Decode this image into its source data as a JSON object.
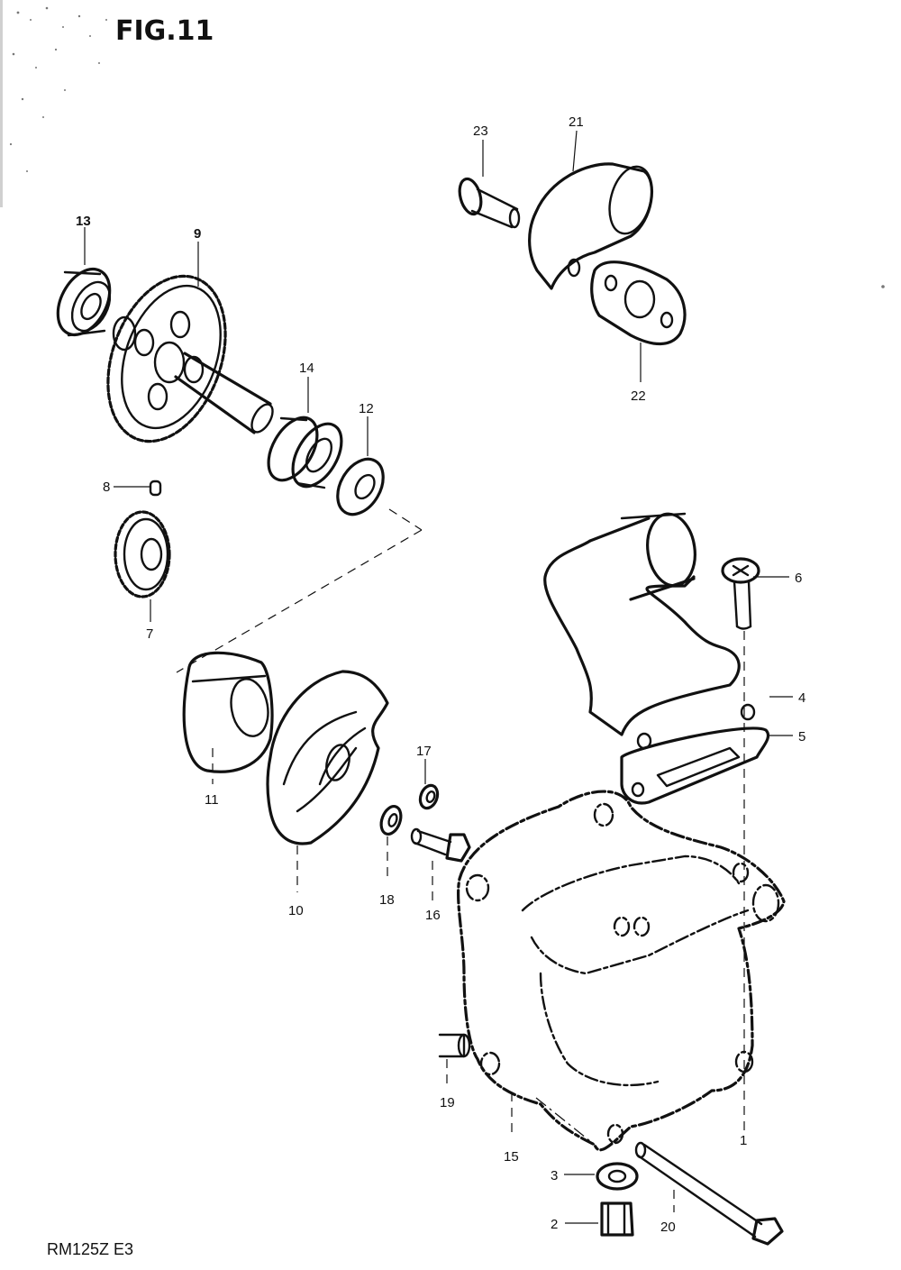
{
  "figure": {
    "title": "FIG.11",
    "model_code": "RM125Z E3"
  },
  "callouts": [
    {
      "id": "c1",
      "label": "1"
    },
    {
      "id": "c2",
      "label": "2"
    },
    {
      "id": "c3",
      "label": "3"
    },
    {
      "id": "c4",
      "label": "4"
    },
    {
      "id": "c5",
      "label": "5"
    },
    {
      "id": "c6",
      "label": "6"
    },
    {
      "id": "c7",
      "label": "7"
    },
    {
      "id": "c8",
      "label": "8"
    },
    {
      "id": "c9",
      "label": "9"
    },
    {
      "id": "c10",
      "label": "10"
    },
    {
      "id": "c11",
      "label": "11"
    },
    {
      "id": "c12",
      "label": "12"
    },
    {
      "id": "c13",
      "label": "13"
    },
    {
      "id": "c14",
      "label": "14"
    },
    {
      "id": "c15",
      "label": "15"
    },
    {
      "id": "c16",
      "label": "16"
    },
    {
      "id": "c17",
      "label": "17"
    },
    {
      "id": "c18",
      "label": "18"
    },
    {
      "id": "c19",
      "label": "19"
    },
    {
      "id": "c20",
      "label": "20"
    },
    {
      "id": "c21",
      "label": "21"
    },
    {
      "id": "c22",
      "label": "22"
    },
    {
      "id": "c23",
      "label": "23"
    }
  ]
}
